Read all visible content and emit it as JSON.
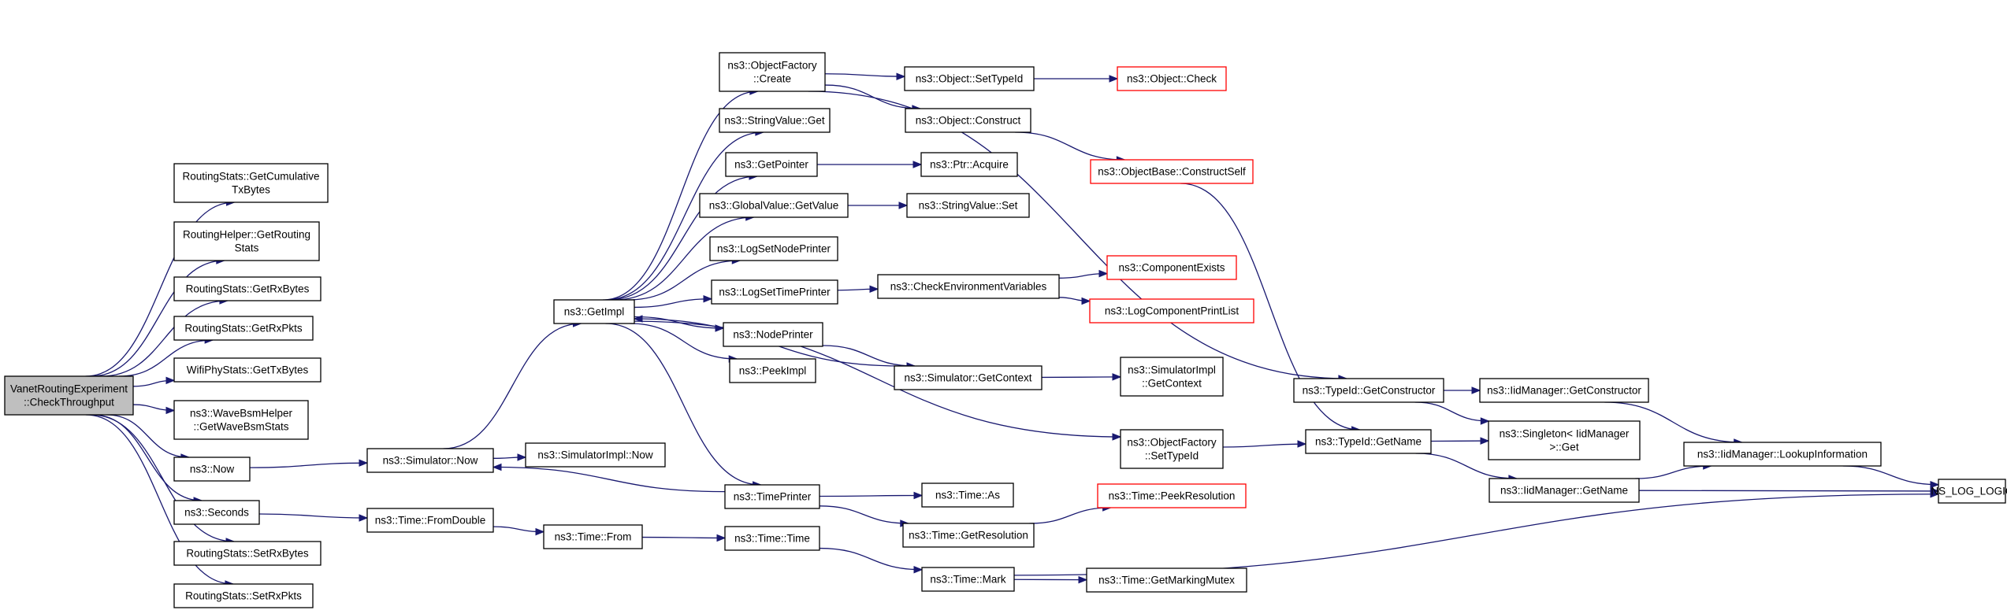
{
  "graph": {
    "type": "call graph",
    "nodes": [
      {
        "id": "root",
        "lines": [
          "VanetRoutingExperiment",
          "::CheckThroughput"
        ],
        "style": "root"
      },
      {
        "id": "rs_cum",
        "lines": [
          "RoutingStats::GetCumulative",
          "TxBytes"
        ],
        "style": "normal"
      },
      {
        "id": "rh_get",
        "lines": [
          "RoutingHelper::GetRouting",
          "Stats"
        ],
        "style": "normal"
      },
      {
        "id": "rs_rxb",
        "lines": [
          "RoutingStats::GetRxBytes"
        ],
        "style": "normal"
      },
      {
        "id": "rs_rxp",
        "lines": [
          "RoutingStats::GetRxPkts"
        ],
        "style": "normal"
      },
      {
        "id": "wifi_tx",
        "lines": [
          "WifiPhyStats::GetTxBytes"
        ],
        "style": "normal"
      },
      {
        "id": "wave",
        "lines": [
          "ns3::WaveBsmHelper",
          "::GetWaveBsmStats"
        ],
        "style": "normal"
      },
      {
        "id": "now",
        "lines": [
          "ns3::Now"
        ],
        "style": "normal"
      },
      {
        "id": "seconds",
        "lines": [
          "ns3::Seconds"
        ],
        "style": "normal"
      },
      {
        "id": "rs_setb",
        "lines": [
          "RoutingStats::SetRxBytes"
        ],
        "style": "normal"
      },
      {
        "id": "rs_setp",
        "lines": [
          "RoutingStats::SetRxPkts"
        ],
        "style": "normal"
      },
      {
        "id": "sim_now",
        "lines": [
          "ns3::Simulator::Now"
        ],
        "style": "normal"
      },
      {
        "id": "time_fd",
        "lines": [
          "ns3::Time::FromDouble"
        ],
        "style": "normal"
      },
      {
        "id": "getimpl",
        "lines": [
          "ns3::GetImpl"
        ],
        "style": "normal"
      },
      {
        "id": "simimpl_now",
        "lines": [
          "ns3::SimulatorImpl::Now"
        ],
        "style": "normal"
      },
      {
        "id": "time_from",
        "lines": [
          "ns3::Time::From"
        ],
        "style": "normal"
      },
      {
        "id": "of_create",
        "lines": [
          "ns3::ObjectFactory",
          "::Create"
        ],
        "style": "normal"
      },
      {
        "id": "sv_get",
        "lines": [
          "ns3::StringValue::Get"
        ],
        "style": "normal"
      },
      {
        "id": "getptr",
        "lines": [
          "ns3::GetPointer"
        ],
        "style": "normal"
      },
      {
        "id": "gv_get",
        "lines": [
          "ns3::GlobalValue::GetValue"
        ],
        "style": "normal"
      },
      {
        "id": "lognode",
        "lines": [
          "ns3::LogSetNodePrinter"
        ],
        "style": "normal"
      },
      {
        "id": "logtime",
        "lines": [
          "ns3::LogSetTimePrinter"
        ],
        "style": "normal"
      },
      {
        "id": "nodeprinter",
        "lines": [
          "ns3::NodePrinter"
        ],
        "style": "normal"
      },
      {
        "id": "peekimpl",
        "lines": [
          "ns3::PeekImpl"
        ],
        "style": "normal"
      },
      {
        "id": "timeprinter",
        "lines": [
          "ns3::TimePrinter"
        ],
        "style": "normal"
      },
      {
        "id": "time_time",
        "lines": [
          "ns3::Time::Time"
        ],
        "style": "normal"
      },
      {
        "id": "obj_settid",
        "lines": [
          "ns3::Object::SetTypeId"
        ],
        "style": "normal"
      },
      {
        "id": "obj_construct",
        "lines": [
          "ns3::Object::Construct"
        ],
        "style": "normal"
      },
      {
        "id": "ptr_acq",
        "lines": [
          "ns3::Ptr::Acquire"
        ],
        "style": "normal"
      },
      {
        "id": "sv_set",
        "lines": [
          "ns3::StringValue::Set"
        ],
        "style": "normal"
      },
      {
        "id": "checkenv",
        "lines": [
          "ns3::CheckEnvironmentVariables"
        ],
        "style": "normal"
      },
      {
        "id": "sim_ctx",
        "lines": [
          "ns3::Simulator::GetContext"
        ],
        "style": "normal"
      },
      {
        "id": "time_as",
        "lines": [
          "ns3::Time::As"
        ],
        "style": "normal"
      },
      {
        "id": "time_getres",
        "lines": [
          "ns3::Time::GetResolution"
        ],
        "style": "normal"
      },
      {
        "id": "time_mark",
        "lines": [
          "ns3::Time::Mark"
        ],
        "style": "normal"
      },
      {
        "id": "obj_check",
        "lines": [
          "ns3::Object::Check"
        ],
        "style": "red"
      },
      {
        "id": "objbase_cs",
        "lines": [
          "ns3::ObjectBase::ConstructSelf"
        ],
        "style": "red"
      },
      {
        "id": "compexists",
        "lines": [
          "ns3::ComponentExists"
        ],
        "style": "red"
      },
      {
        "id": "logcomp",
        "lines": [
          "ns3::LogComponentPrintList"
        ],
        "style": "red"
      },
      {
        "id": "simimpl_ctx",
        "lines": [
          "ns3::SimulatorImpl",
          "::GetContext"
        ],
        "style": "normal"
      },
      {
        "id": "of_settid",
        "lines": [
          "ns3::ObjectFactory",
          "::SetTypeId"
        ],
        "style": "normal"
      },
      {
        "id": "time_peek",
        "lines": [
          "ns3::Time::PeekResolution"
        ],
        "style": "red"
      },
      {
        "id": "time_mutex",
        "lines": [
          "ns3::Time::GetMarkingMutex"
        ],
        "style": "normal"
      },
      {
        "id": "tid_getctor",
        "lines": [
          "ns3::TypeId::GetConstructor"
        ],
        "style": "normal"
      },
      {
        "id": "tid_getname",
        "lines": [
          "ns3::TypeId::GetName"
        ],
        "style": "normal"
      },
      {
        "id": "iid_getctor",
        "lines": [
          "ns3::IidManager::GetConstructor"
        ],
        "style": "normal"
      },
      {
        "id": "singleton",
        "lines": [
          "ns3::Singleton< IidManager",
          ">::Get"
        ],
        "style": "normal"
      },
      {
        "id": "iid_getname",
        "lines": [
          "ns3::IidManager::GetName"
        ],
        "style": "normal"
      },
      {
        "id": "iid_lookup",
        "lines": [
          "ns3::IidManager::LookupInformation"
        ],
        "style": "normal"
      },
      {
        "id": "ns_log",
        "lines": [
          "NS_LOG_LOGIC"
        ],
        "style": "normal"
      }
    ],
    "edges": [
      {
        "from": "root",
        "to": "rs_cum"
      },
      {
        "from": "root",
        "to": "rh_get"
      },
      {
        "from": "root",
        "to": "rs_rxb"
      },
      {
        "from": "root",
        "to": "rs_rxp"
      },
      {
        "from": "root",
        "to": "wifi_tx"
      },
      {
        "from": "root",
        "to": "wave"
      },
      {
        "from": "root",
        "to": "now"
      },
      {
        "from": "root",
        "to": "seconds"
      },
      {
        "from": "root",
        "to": "rs_setb"
      },
      {
        "from": "root",
        "to": "rs_setp"
      },
      {
        "from": "now",
        "to": "sim_now"
      },
      {
        "from": "seconds",
        "to": "time_fd"
      },
      {
        "from": "sim_now",
        "to": "getimpl"
      },
      {
        "from": "sim_now",
        "to": "simimpl_now"
      },
      {
        "from": "time_fd",
        "to": "time_from"
      },
      {
        "from": "getimpl",
        "to": "of_create"
      },
      {
        "from": "getimpl",
        "to": "sv_get"
      },
      {
        "from": "getimpl",
        "to": "getptr"
      },
      {
        "from": "getimpl",
        "to": "gv_get"
      },
      {
        "from": "getimpl",
        "to": "lognode"
      },
      {
        "from": "getimpl",
        "to": "logtime"
      },
      {
        "from": "getimpl",
        "to": "nodeprinter"
      },
      {
        "from": "getimpl",
        "to": "peekimpl"
      },
      {
        "from": "getimpl",
        "to": "timeprinter"
      },
      {
        "from": "getimpl",
        "to": "of_settid"
      },
      {
        "from": "timeprinter",
        "to": "sim_now"
      },
      {
        "from": "timeprinter",
        "to": "time_as"
      },
      {
        "from": "timeprinter",
        "to": "time_getres"
      },
      {
        "from": "time_from",
        "to": "time_time"
      },
      {
        "from": "of_create",
        "to": "obj_settid"
      },
      {
        "from": "of_create",
        "to": "obj_construct"
      },
      {
        "from": "of_create",
        "to": "tid_getctor"
      },
      {
        "from": "obj_settid",
        "to": "obj_check"
      },
      {
        "from": "obj_construct",
        "to": "objbase_cs"
      },
      {
        "from": "getptr",
        "to": "ptr_acq"
      },
      {
        "from": "gv_get",
        "to": "sv_set"
      },
      {
        "from": "logtime",
        "to": "checkenv"
      },
      {
        "from": "nodeprinter",
        "to": "sim_ctx"
      },
      {
        "from": "sim_ctx",
        "to": "getimpl"
      },
      {
        "from": "sim_ctx",
        "to": "simimpl_ctx"
      },
      {
        "from": "checkenv",
        "to": "compexists"
      },
      {
        "from": "checkenv",
        "to": "logcomp"
      },
      {
        "from": "time_time",
        "to": "time_mark"
      },
      {
        "from": "time_getres",
        "to": "time_peek"
      },
      {
        "from": "time_mark",
        "to": "time_mutex"
      },
      {
        "from": "time_mark",
        "to": "ns_log"
      },
      {
        "from": "objbase_cs",
        "to": "tid_getname"
      },
      {
        "from": "of_settid",
        "to": "tid_getname"
      },
      {
        "from": "tid_getctor",
        "to": "iid_getctor"
      },
      {
        "from": "tid_getctor",
        "to": "singleton"
      },
      {
        "from": "tid_getname",
        "to": "singleton"
      },
      {
        "from": "tid_getname",
        "to": "iid_getname"
      },
      {
        "from": "iid_getctor",
        "to": "iid_lookup"
      },
      {
        "from": "iid_getname",
        "to": "iid_lookup"
      },
      {
        "from": "iid_getname",
        "to": "ns_log"
      },
      {
        "from": "iid_lookup",
        "to": "ns_log"
      }
    ]
  },
  "colors": {
    "edge": "#191970",
    "node_border": "#000000",
    "node_border_undocumented": "#ff0000",
    "root_fill": "#bfbfbf"
  }
}
